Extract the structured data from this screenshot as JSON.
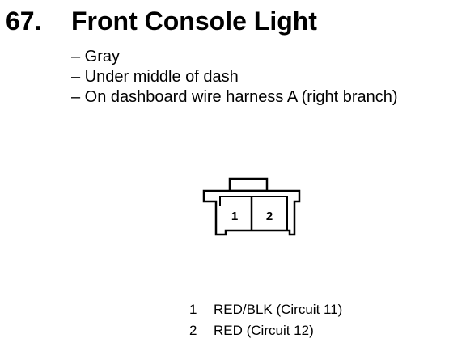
{
  "heading": {
    "number": "67.",
    "title": "Front Console Light"
  },
  "details": [
    "– Gray",
    "– Under middle of dash",
    "– On dashboard wire harness A (right branch)"
  ],
  "connector": {
    "cavity_labels": [
      "1",
      "2"
    ]
  },
  "pinout": [
    {
      "pin": "1",
      "wire": "RED/BLK (Circuit 11)"
    },
    {
      "pin": "2",
      "wire": "RED (Circuit 12)"
    }
  ]
}
